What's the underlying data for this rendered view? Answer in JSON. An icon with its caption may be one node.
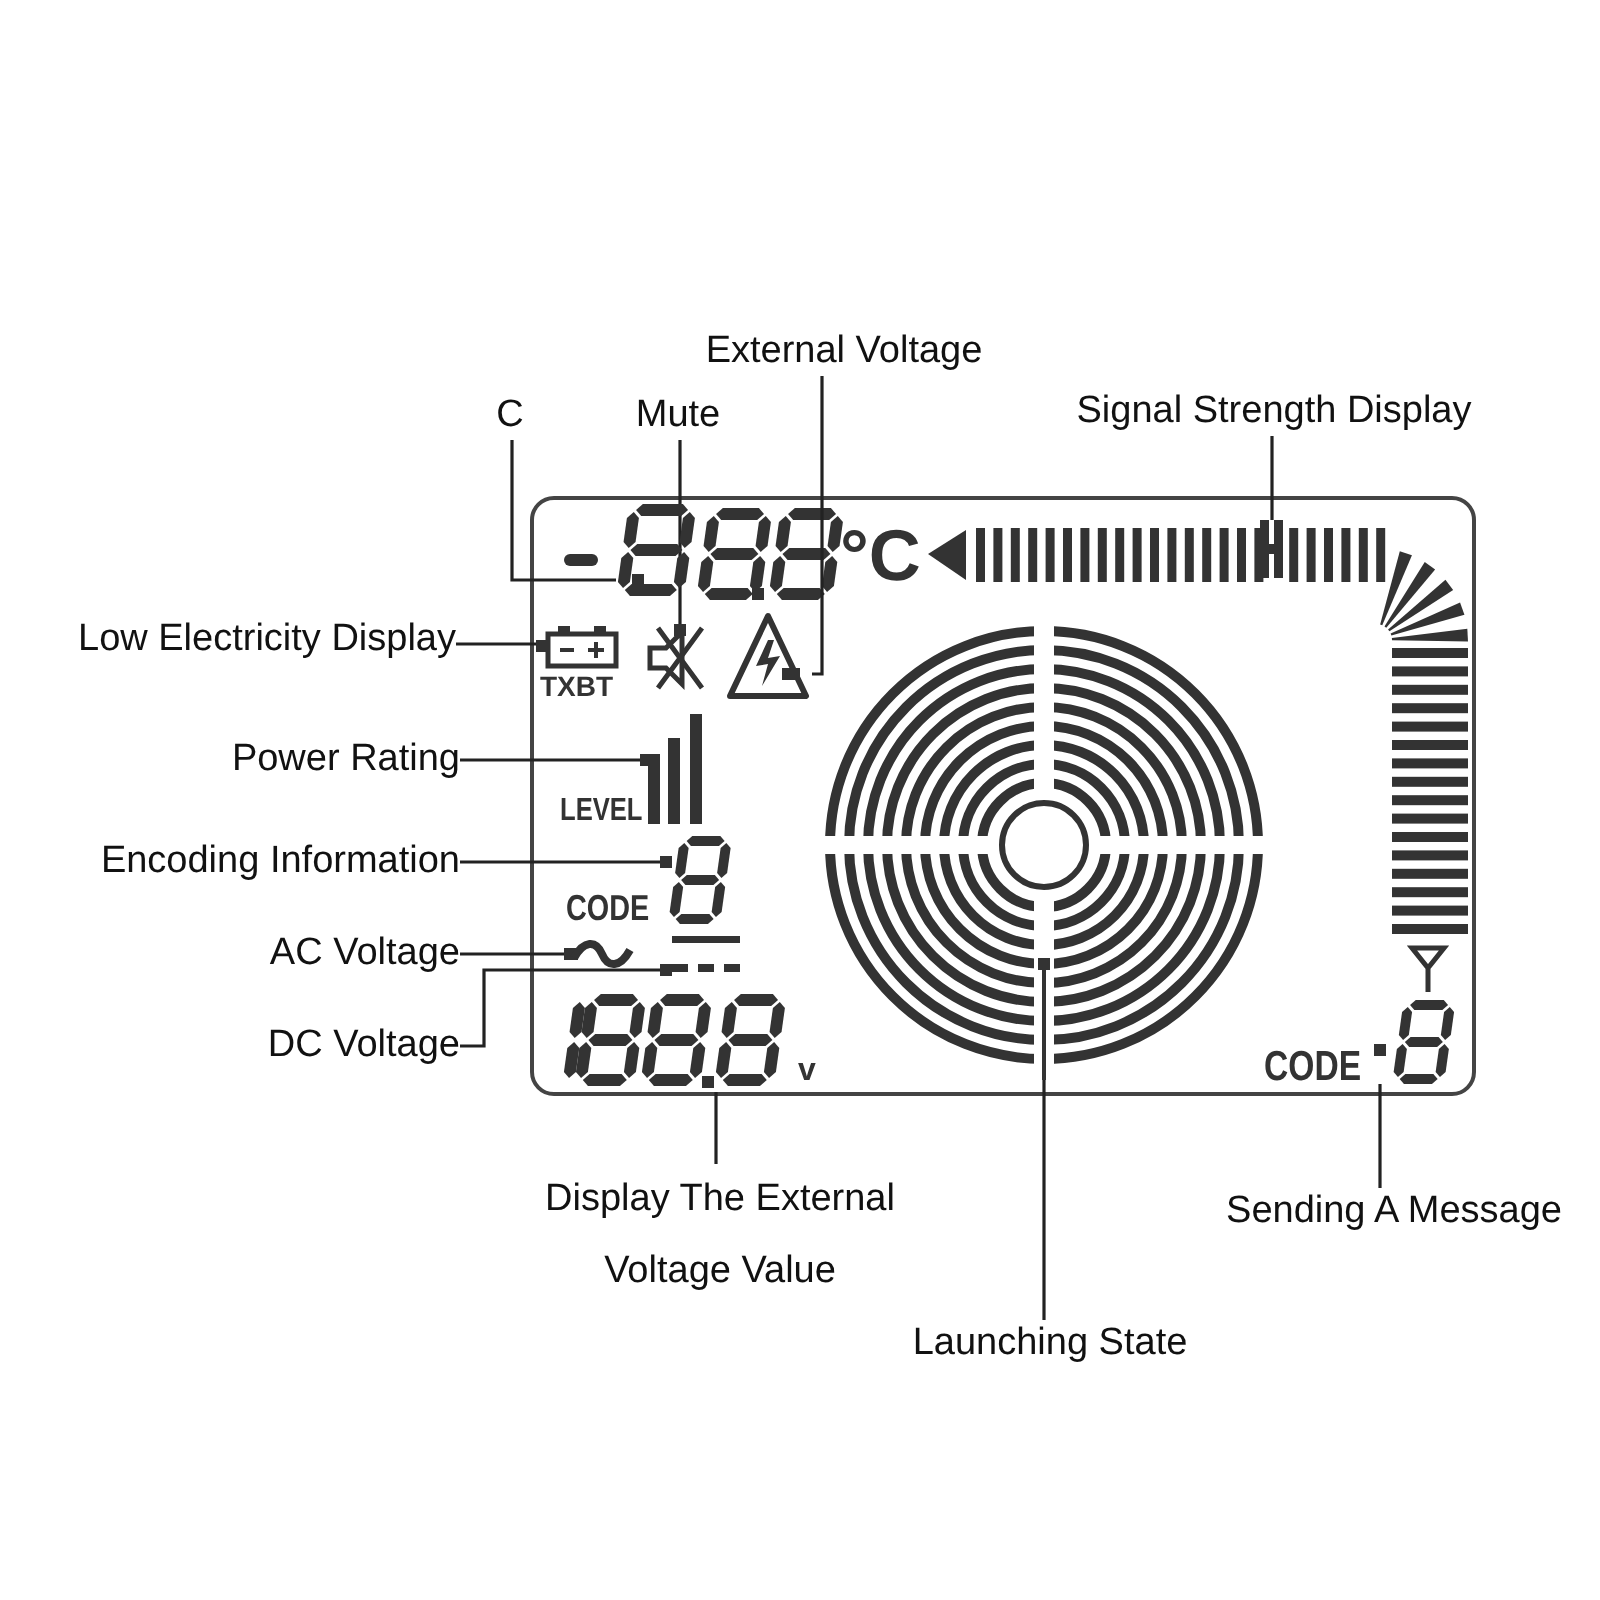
{
  "diagram": {
    "nodes": [
      {
        "text": [
          "°C",
          "TXBT",
          "LEVEL",
          "CODE",
          "v",
          "CODE"
        ]
      },
      {
        "text": [
          "External Voltage"
        ]
      },
      {
        "text": [
          "C"
        ]
      },
      {
        "text": [
          "Mute"
        ]
      },
      {
        "text": [
          "Signal Strength Display"
        ]
      },
      {
        "text": [],
        "shape": "digit",
        "in": 0
      },
      {
        "text": [],
        "shape": "bar",
        "in": 0
      },
      {
        "text": [
          "Low Electricity Display"
        ]
      },
      {
        "text": [],
        "shape": "battery",
        "in": 0
      },
      {
        "text": [],
        "shape": "speaker",
        "in": 0
      },
      {
        "text": [],
        "shape": "triangle",
        "in": 0
      },
      {
        "text": [
          "Power Rating"
        ]
      },
      {
        "text": [],
        "shape": "bars",
        "in": 0
      },
      {
        "text": [
          "Encoding Information"
        ]
      },
      {
        "text": [],
        "shape": "digit",
        "in": 0
      },
      {
        "text": [],
        "shape": "circle",
        "in": 0
      },
      {
        "text": [
          "AC Voltage"
        ]
      },
      {
        "text": [],
        "shape": "wave",
        "in": 0
      },
      {
        "text": [],
        "shape": "dashes",
        "in": 0
      },
      {
        "text": [
          "DC Voltage"
        ]
      },
      {
        "text": [],
        "shape": "digits",
        "in": 0
      },
      {
        "text": [],
        "shape": "digit",
        "in": 0
      },
      {
        "text": [
          "Display The External Voltage Value"
        ]
      },
      {
        "text": [
          "Sending A Message"
        ]
      },
      {
        "text": [
          "Launching State"
        ]
      }
    ],
    "edges": [
      {
        "from": 2,
        "to": 5,
        "arrow": "none"
      },
      {
        "from": 3,
        "to": 9,
        "arrow": "none"
      },
      {
        "from": 1,
        "to": 10,
        "arrow": "none"
      },
      {
        "from": 4,
        "to": 6,
        "arrow": "none"
      },
      {
        "from": 7,
        "to": 8,
        "arrow": "none"
      },
      {
        "from": 11,
        "to": 12,
        "arrow": "none"
      },
      {
        "from": 13,
        "to": 14,
        "arrow": "none"
      },
      {
        "from": 16,
        "to": 17,
        "arrow": "none"
      },
      {
        "from": 19,
        "to": 18,
        "arrow": "none"
      },
      {
        "from": 22,
        "to": 20,
        "arrow": "none"
      },
      {
        "from": 24,
        "to": 15,
        "arrow": "none"
      },
      {
        "from": 23,
        "to": 21,
        "arrow": "none"
      }
    ]
  }
}
